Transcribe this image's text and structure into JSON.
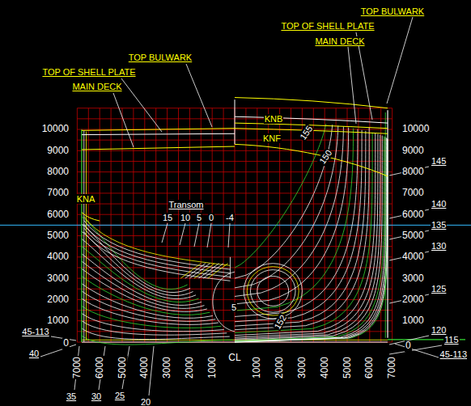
{
  "diagram": {
    "labels": [
      "TOP BULWARK",
      "TOP OF SHELL PLATE",
      "MAIN DECK",
      "TOP BULWARK",
      "TOP OF SHELL PLATE",
      "MAIN DECK",
      "KNB",
      "KNF",
      "155",
      "150",
      "KNA",
      "Transom",
      "15",
      "10",
      "5",
      "0",
      "-4",
      "5",
      "152",
      "10000",
      "9000",
      "8000",
      "7000",
      "6000",
      "5000",
      "4000",
      "3000",
      "2000",
      "1000",
      "0",
      "45-113",
      "40",
      "10000",
      "9000",
      "8000",
      "7000",
      "6000",
      "5000",
      "4000",
      "3000",
      "2000",
      "1000",
      "145",
      "140",
      "135",
      "130",
      "125",
      "120",
      "115",
      "0",
      "45-113",
      "7000",
      "6000",
      "5000",
      "4000",
      "3000",
      "2000",
      "1000",
      "CL",
      "1000",
      "2000",
      "3000",
      "4000",
      "5000",
      "6000",
      "7000",
      "35",
      "30",
      "25",
      "20"
    ]
  }
}
